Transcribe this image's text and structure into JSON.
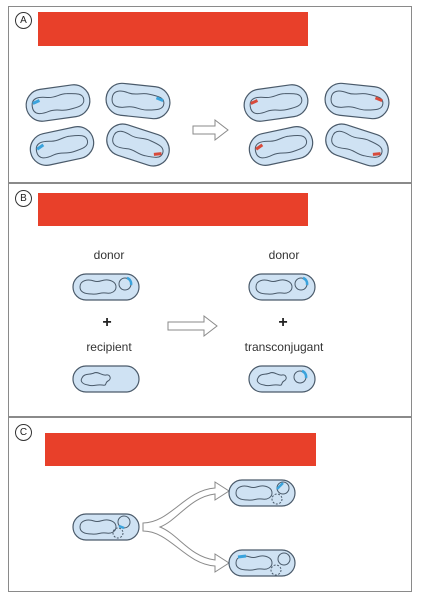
{
  "colors": {
    "redaction": "#e8402a",
    "cell_fill": "#cfe2f3",
    "cell_stroke": "#4a5a6a",
    "blue_marker": "#3aa3dc",
    "red_marker": "#d84a3a",
    "arrow_stroke": "#8a8a8a"
  },
  "panels": {
    "a": {
      "label": "A"
    },
    "b": {
      "label": "B",
      "donor_left": "donor",
      "donor_right": "donor",
      "plus_left": "+",
      "plus_right": "+",
      "recipient": "recipient",
      "transconjugant": "transconjugant"
    },
    "c": {
      "label": "C"
    }
  }
}
